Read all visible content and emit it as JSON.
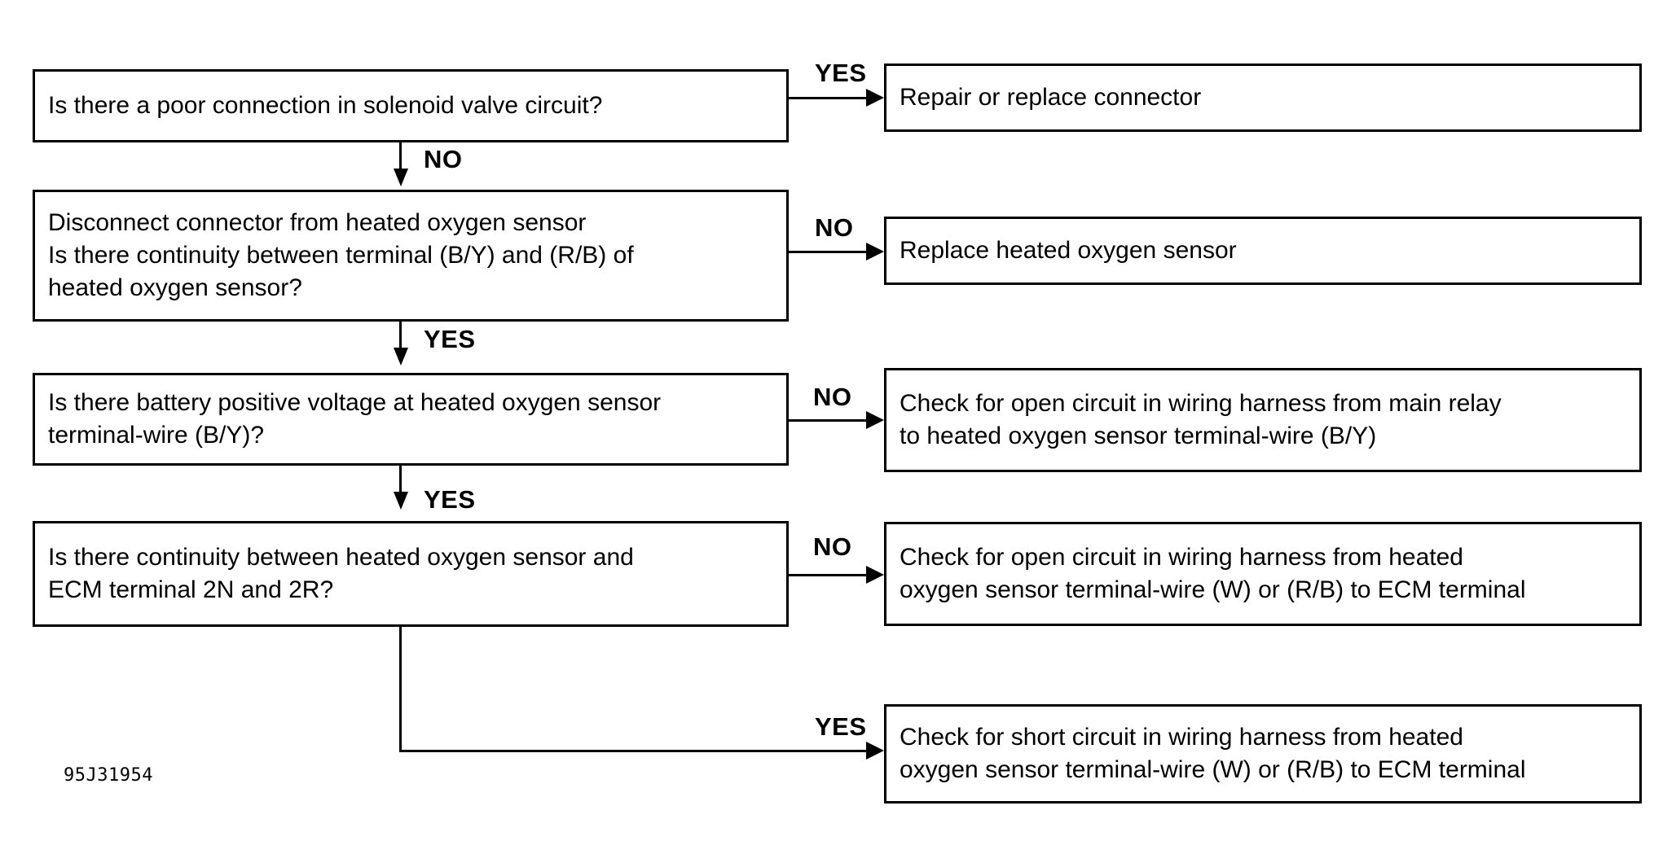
{
  "diagram": {
    "caption": "95J31954",
    "type": "troubleshooting-flowchart",
    "nodes": {
      "q1": "Is there a poor connection in solenoid valve circuit?",
      "q2": "Disconnect connector from heated oxygen sensor\nIs there continuity between terminal (B/Y) and (R/B) of\nheated oxygen sensor?",
      "q3": "Is there battery positive voltage at heated oxygen sensor\nterminal-wire (B/Y)?",
      "q4": "Is there continuity between heated oxygen sensor and\nECM terminal 2N and 2R?",
      "a1": "Repair or replace connector",
      "a2": "Replace heated oxygen sensor",
      "a3": "Check for open circuit in wiring harness from main relay\nto heated oxygen sensor terminal-wire (B/Y)",
      "a4": "Check for open circuit in wiring harness from heated\noxygen sensor terminal-wire (W) or (R/B) to ECM terminal",
      "a5": "Check for short circuit in wiring harness from heated\noxygen sensor terminal-wire (W) or (R/B) to ECM terminal"
    },
    "branch_labels": {
      "q1_yes": "YES",
      "q1_no": "NO",
      "q2_no": "NO",
      "q2_yes": "YES",
      "q3_no": "NO",
      "q3_yes": "YES",
      "q4_no": "NO",
      "q4_yes": "YES"
    },
    "colors": {
      "stroke": "#000000",
      "background": "#ffffff",
      "text": "#000000"
    }
  }
}
